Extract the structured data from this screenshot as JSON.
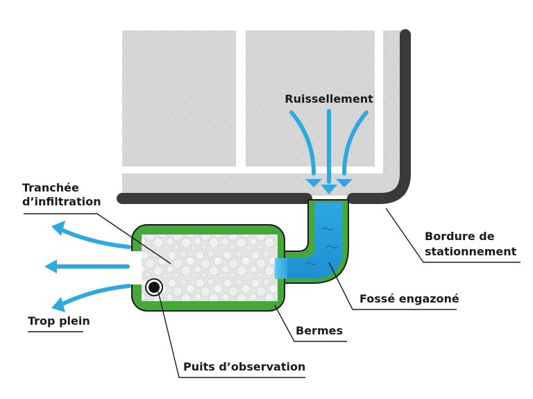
{
  "labels": {
    "runoff": "Ruissellement",
    "trench_line1": "Tranchée",
    "trench_line2": "d’infiltration",
    "curb_line1": "Bordure de",
    "curb_line2": "stationnement",
    "swale": "Fossé engazoné",
    "overflow": "Trop plein",
    "berms": "Bermes",
    "well": "Puits d’observation"
  },
  "colors": {
    "pavement": "#d6d6d6",
    "pavement_speckle": "#bdbdbd",
    "curb": "#3a3a3a",
    "water": "#2ea8e0",
    "water_light": "#5ec7ee",
    "berm": "#46a83a",
    "berm_outline": "#1a1a1a",
    "gravel": "#e6e6e6",
    "leader": "#1a1a1a"
  }
}
